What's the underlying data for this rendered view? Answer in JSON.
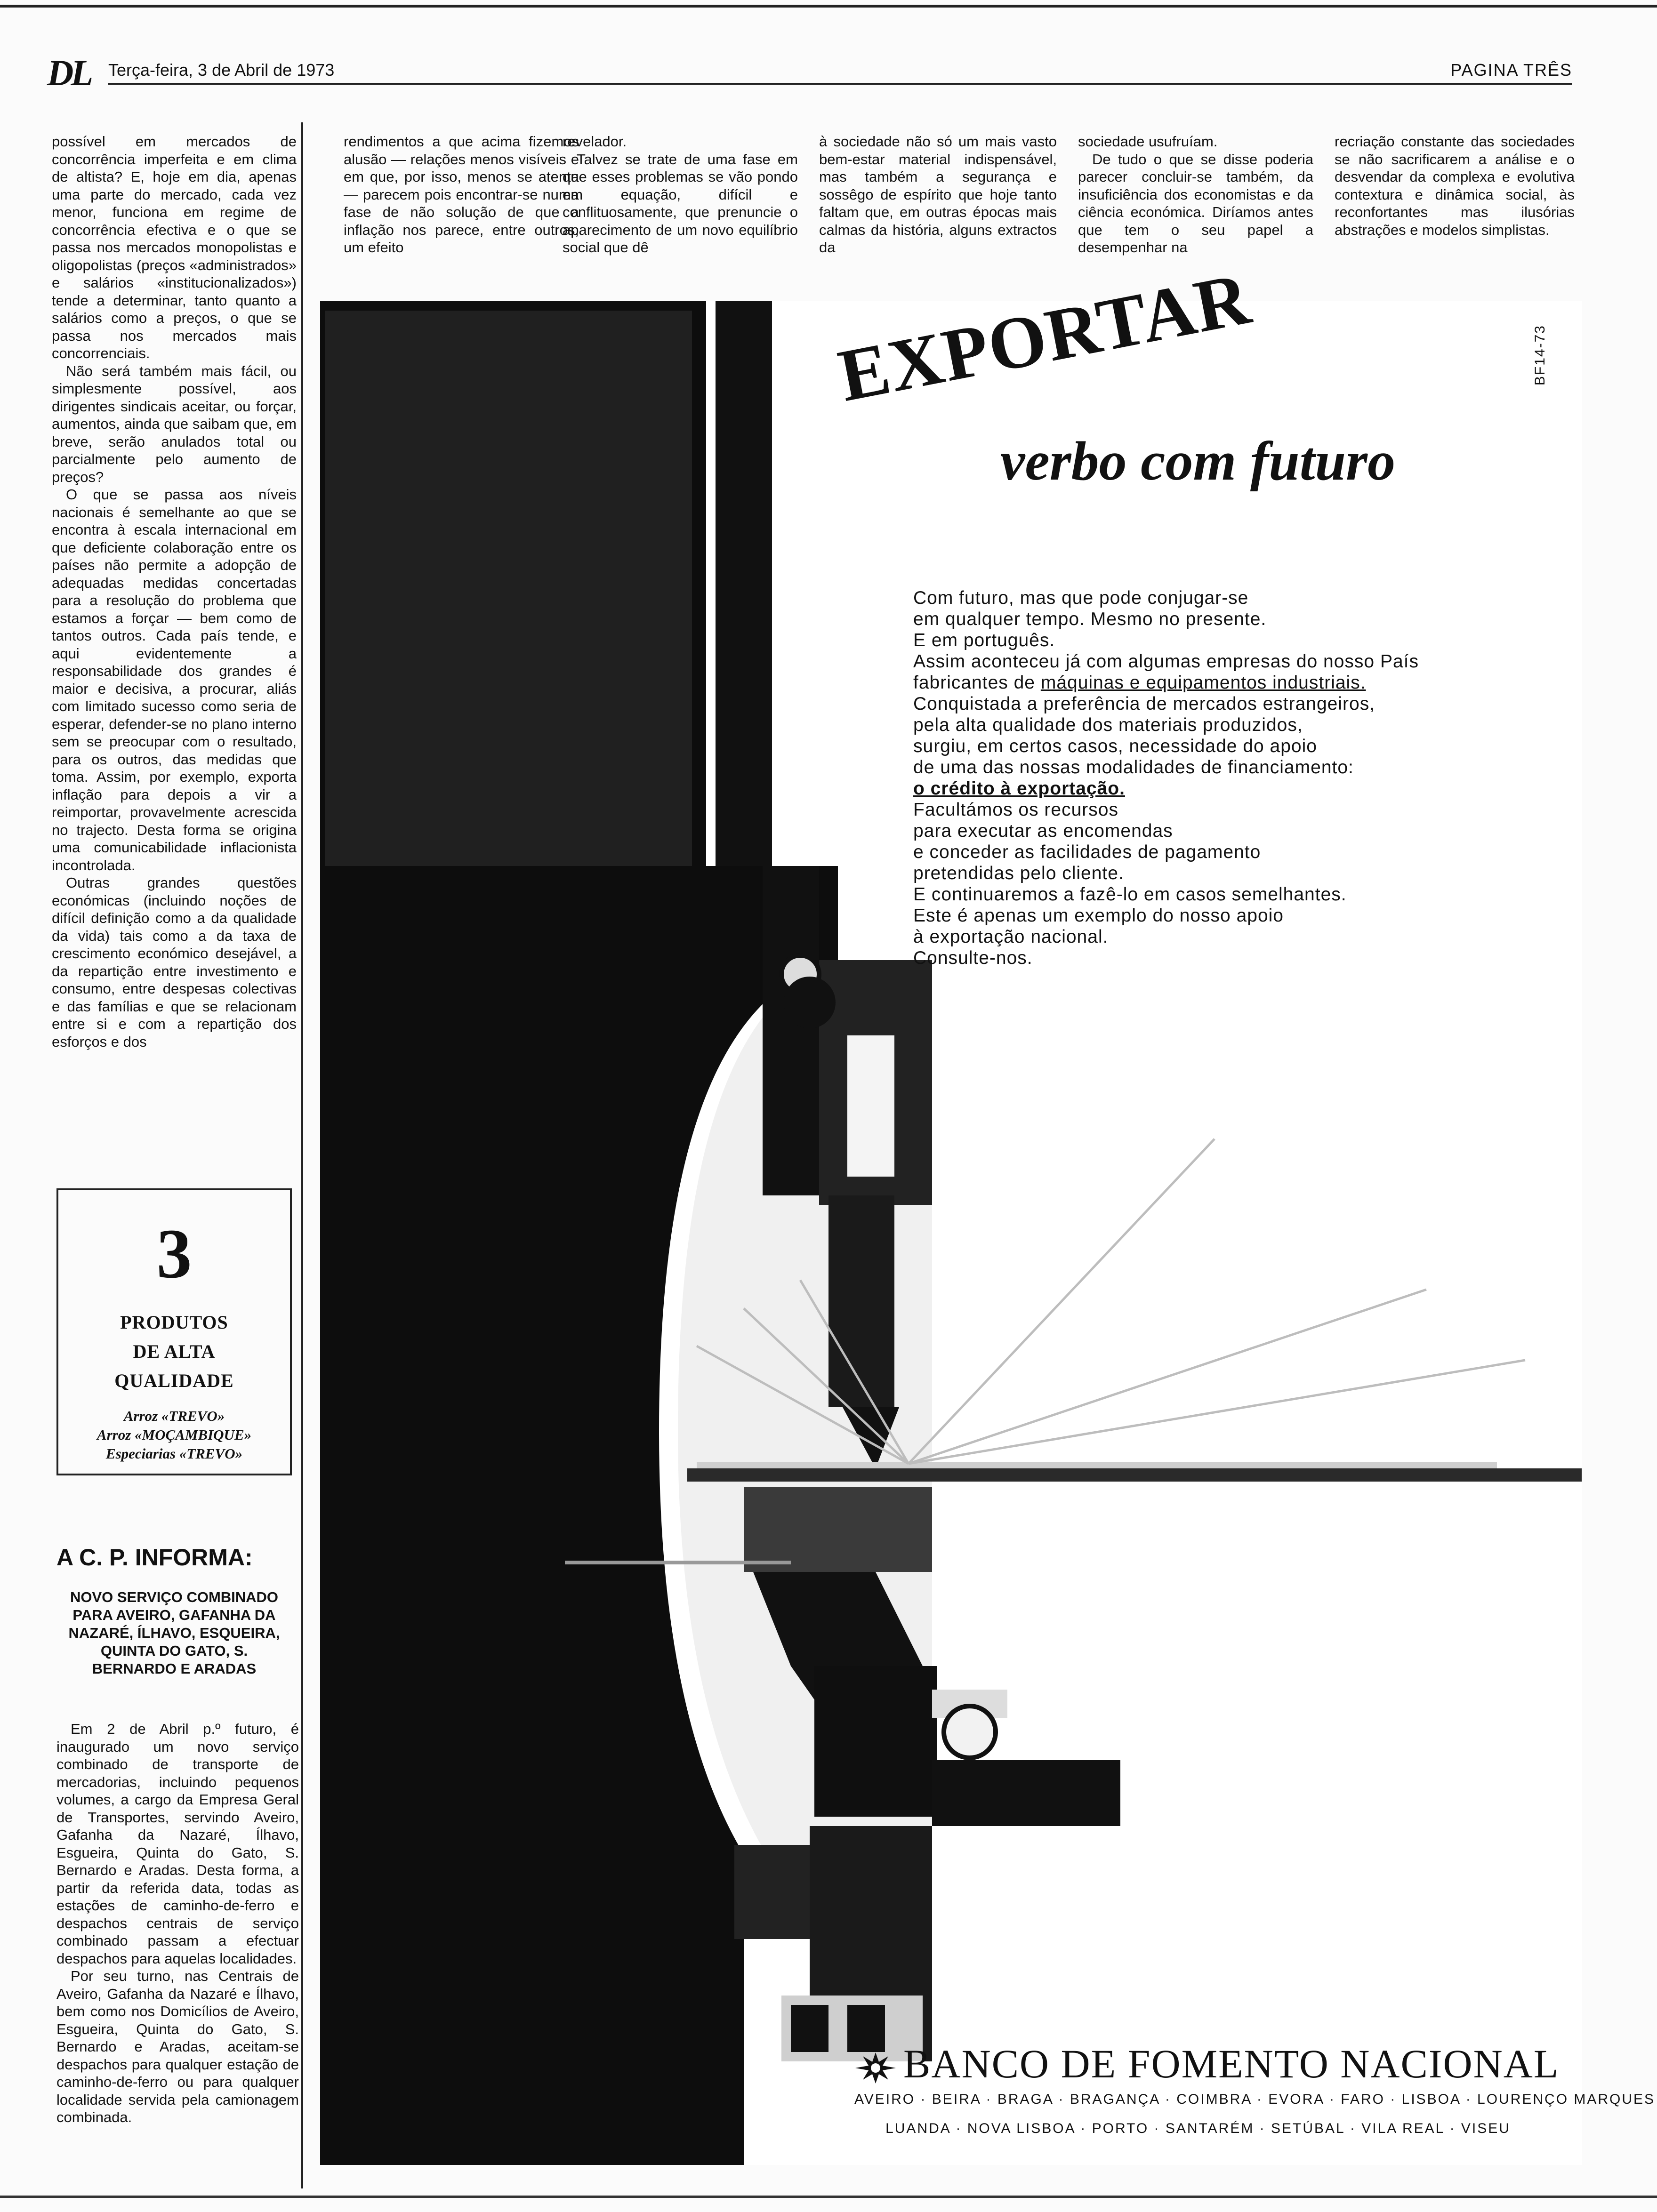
{
  "masthead": {
    "logo": "DL",
    "date": "Terça-feira, 3 de Abril de 1973",
    "page_label": "PAGINA TRÊS"
  },
  "columns": {
    "col1": "possível em mercados de concorrência imperfeita e em clima de altista? E, hoje em dia, apenas uma parte do mercado, cada vez menor, funciona em regime de concorrência efectiva e o que se passa nos mercados monopolistas e oligopolistas (preços «administrados» e salários «institucionalizados») tende a determinar, tanto quanto a salários como a preços, o que se passa nos mercados mais concorrenciais.",
    "col1_p2": "Não será também mais fácil, ou simplesmente possível, aos dirigentes sindicais aceitar, ou forçar, aumentos, ainda que saibam que, em breve, serão anulados total ou parcialmente pelo aumento de preços?",
    "col1_p3": "O que se passa aos níveis nacionais é semelhante ao que se encontra à escala internacional em que deficiente colaboração entre os países não permite a adopção de adequadas medidas concertadas para a resolução do problema que estamos a forçar — bem como de tantos outros. Cada país tende, e aqui evidentemente a responsabilidade dos grandes é maior e decisiva, a procurar, aliás com limitado sucesso como seria de esperar, defender-se no plano interno sem se preocupar com o resultado, para os outros, das medidas que toma. Assim, por exemplo, exporta inflação para depois a vir a reimportar, provavelmente acrescida no trajecto. Desta forma se origina uma comunicabilidade inflacionista incontrolada.",
    "col1_p4": "Outras grandes questões económicas (incluindo noções de difícil definição como a da qualidade da vida) tais como a da taxa de crescimento económico desejável, a da repartição entre investimento e consumo, entre despesas colectivas e das famílias e que se relacionam entre si e com a repartição dos esforços e dos",
    "col2": "rendimentos a que acima fizemos alusão — relações menos visíveis e em que, por isso, menos se atenta — parecem pois encontrar-se numa fase de não solução de que a inflação nos parece, entre outros, um efeito",
    "col3_p1": "revelador.",
    "col3_p2": "Talvez se trate de uma fase em que esses problemas se vão pondo em equação, difícil e conflituosamente, que prenuncie o aparecimento de um novo equilíbrio social que dê",
    "col4": "à sociedade não só um mais vasto bem-estar material indispensável, mas também a segurança e sossêgo de espírito que hoje tanto faltam que, em outras épocas mais calmas da história, alguns extractos da",
    "col5_p1": "sociedade usufruíam.",
    "col5_p2": "De tudo o que se disse poderia parecer concluir-se também, da insuficiência dos economistas e da ciência económica. Diríamos antes que tem o seu papel a desempenhar na",
    "col6": "recriação constante das sociedades se não sacrificarem a análise e o desvendar da complexa e evolutiva contextura e dinâmica social, às reconfortantes mas ilusórias abstrações e modelos simplistas."
  },
  "promo": {
    "number": "3",
    "line1": "PRODUTOS",
    "line2": "DE ALTA",
    "line3": "QUALIDADE",
    "item1": "Arroz «TREVO»",
    "item2": "Arroz «MOÇAMBIQUE»",
    "item3": "Especiarias «TREVO»"
  },
  "acp": {
    "title": "A C. P. INFORMA:",
    "subtitle": "NOVO SERVIÇO COMBINADO PARA AVEIRO, GAFANHA DA NAZARÉ, ÍLHAVO, ESQUEIRA, QUINTA DO GATO, S. BERNARDO E ARADAS",
    "body_p1": "Em 2 de Abril p.º futuro, é inaugurado um novo serviço combinado de transporte de mercadorias, incluindo pequenos volumes, a cargo da Empresa Geral de Transportes, servindo Aveiro, Gafanha da Nazaré, Ílhavo, Esgueira, Quinta do Gato, S. Bernardo e Aradas. Desta forma, a partir da referida data, todas as estações de caminho-de-ferro e despachos centrais de serviço combinado passam a efectuar despachos para aquelas localidades.",
    "body_p2": "Por seu turno, nas Centrais de Aveiro, Gafanha da Nazaré e Ílhavo, bem como nos Domicílios de Aveiro, Esgueira, Quinta do Gato, S. Bernardo e Aradas, aceitam-se despachos para qualquer estação de caminho-de-ferro ou para qualquer localidade servida pela camionagem combinada."
  },
  "ad": {
    "code": "BF14-73",
    "headline": "EXPORTAR",
    "tagline": "verbo com futuro",
    "copy": {
      "l1": "Com futuro, mas que pode conjugar-se",
      "l2": "em qualquer tempo. Mesmo no presente.",
      "l3": "E em português.",
      "l4": "Assim aconteceu já com algumas empresas do nosso País",
      "l5a": "fabricantes de ",
      "l5b": "máquinas e equipamentos industriais.",
      "l6": "Conquistada a preferência de mercados estrangeiros,",
      "l7": "pela alta qualidade dos materiais produzidos,",
      "l8": "surgiu, em certos casos, necessidade do apoio",
      "l9": "de uma das nossas modalidades de financiamento:",
      "l10": "o crédito à exportação.",
      "l11": "Facultámos os recursos",
      "l12": "para executar as encomendas",
      "l13": "e conceder as facilidades de pagamento",
      "l14": "pretendidas pelo cliente.",
      "l15": "E continuaremos a fazê-lo em casos semelhantes.",
      "l16": "Este é apenas um exemplo do nosso apoio",
      "l17": "à exportação nacional.",
      "l18": "Consulte-nos."
    },
    "bank_name": "BANCO DE FOMENTO NACIONAL",
    "cities_1": "AVEIRO · BEIRA · BRAGA · BRAGANÇA · COIMBRA · EVORA · FARO · LISBOA · LOURENÇO MARQUES",
    "cities_2": "LUANDA · NOVA LISBOA · PORTO · SANTARÉM · SETÚBAL · VILA REAL · VISEU"
  }
}
